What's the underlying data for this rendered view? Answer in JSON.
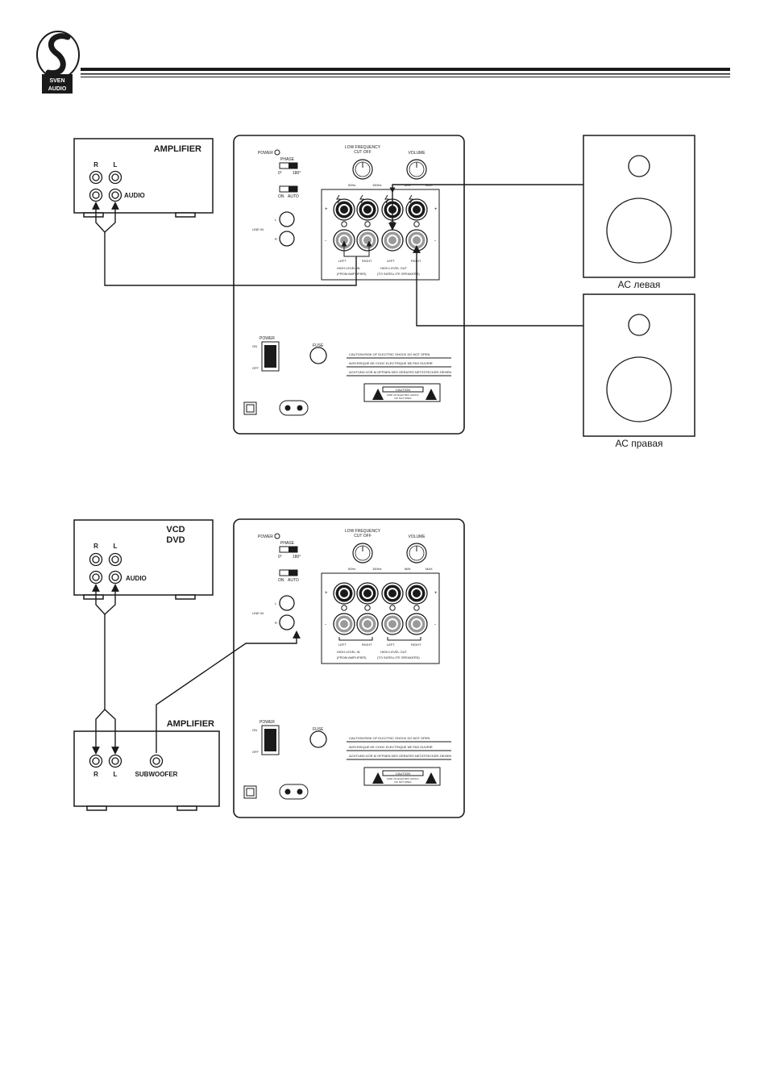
{
  "logo": {
    "line1": "SVEN",
    "line2": "AUDIO"
  },
  "diagram1": {
    "source_title": "AMPLIFIER",
    "source_r": "R",
    "source_l": "L",
    "source_audio": "AUDIO",
    "speaker_left_caption": "АС левая",
    "speaker_right_caption": "АС правая"
  },
  "diagram2": {
    "source_title_1": "VCD",
    "source_title_2": "DVD",
    "source_r": "R",
    "source_l": "L",
    "source_audio": "AUDIO",
    "amp_title": "AMPLIFIER",
    "amp_r": "R",
    "amp_l": "L",
    "amp_sub": "SUBWOOFER"
  },
  "panel": {
    "power": "POWER",
    "phase": "PHASE",
    "phase_0": "0°",
    "phase_180": "180°",
    "on": "ON",
    "auto": "AUTO",
    "lfc_1": "LOW FREQUENCY",
    "lfc_2": "CUT OFF",
    "lfc_min": "50Hz",
    "lfc_max": "150Hz",
    "volume": "VOLUME",
    "vol_min": "MIN",
    "vol_max": "MAX",
    "line_in": "LINE IN",
    "line_l": "L",
    "line_r": "R",
    "plus": "+",
    "minus": "-",
    "left": "LEFT",
    "right": "RIGHT",
    "hl_in_1": "HIGH LEVEL IN",
    "hl_in_2": "(FROM AMPLIFIER)",
    "hl_out_1": "HIGH LEVEL OUT",
    "hl_out_2": "(TO SATELLITE SPEAKERS)",
    "power_switch": "POWER",
    "sw_on": "ON",
    "sw_off": "OFF",
    "fuse": "FUSE",
    "caution_1": "CAUTION:RISK OF ELECTRIC SHOCK DO NOT OPEN",
    "caution_2": "AVIS:RISQUE DE CHOC ELECTRIQUE NE PAS OUVRIR",
    "caution_3": "ACHTUNG:VOR M OFFNEN DES GERATES NETZSTECKER ZIEHEN",
    "caution_label": "CAUTION",
    "caution_sub_1": "RISK OF ELECTRIC SHOCK",
    "caution_sub_2": "DO NOT OPEN"
  }
}
